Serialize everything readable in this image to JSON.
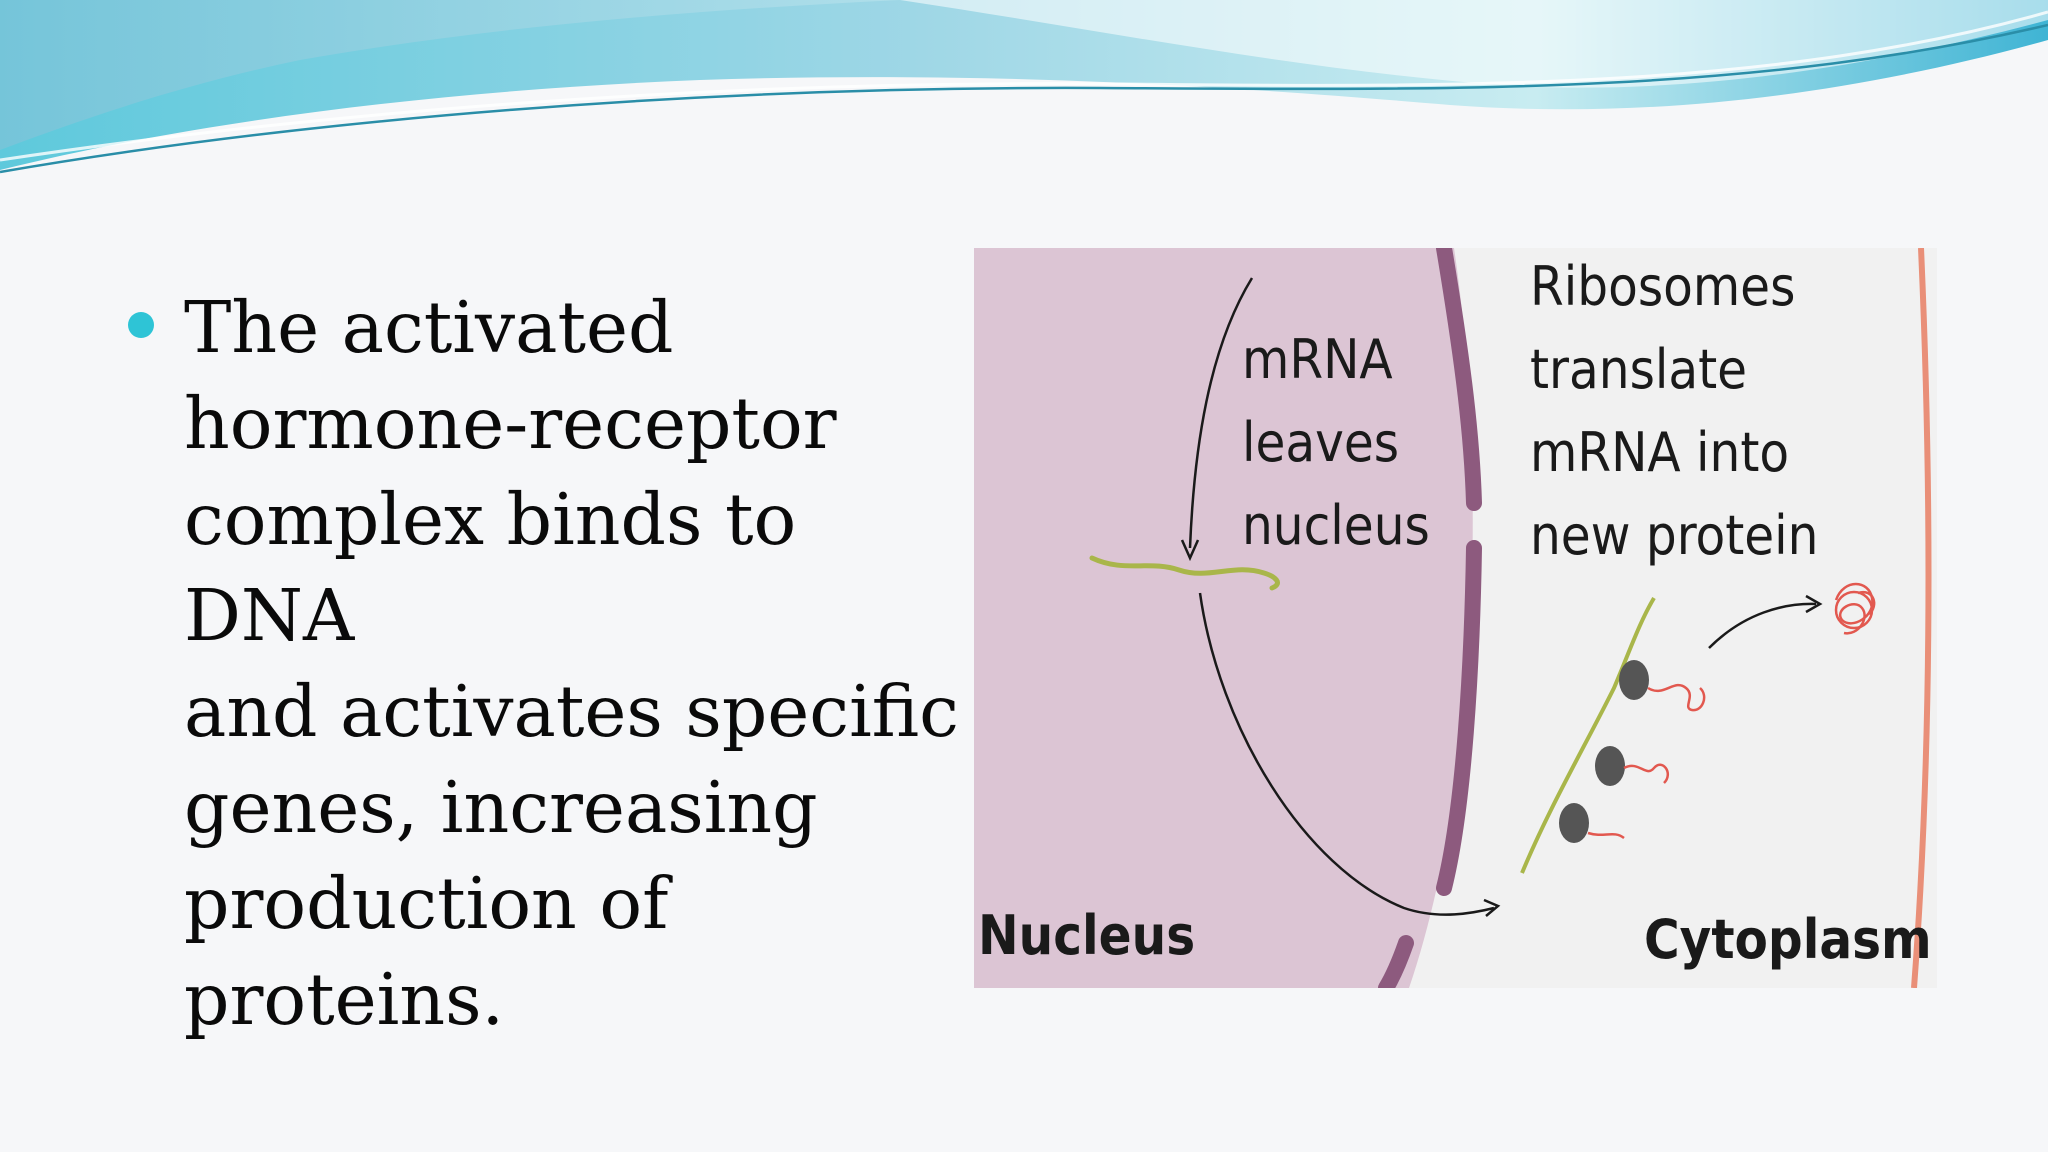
{
  "slide": {
    "bullet_text": "The activated\nhormone-receptor\ncomplex binds to DNA\nand activates specific\ngenes, increasing\nproduction of proteins."
  },
  "diagram": {
    "label_mrna_leaves": [
      "mRNA",
      "leaves",
      "nucleus"
    ],
    "label_ribosomes": [
      "Ribosomes",
      "translate",
      "mRNA into",
      "new protein"
    ],
    "label_nucleus": "Nucleus",
    "label_cytoplasm": "Cytoplasm"
  },
  "colors": {
    "accent_bullet": "#2ec4d6",
    "nucleus_fill": "#dcc5d4",
    "cytoplasm_fill": "#f1f1f1",
    "membrane": "#8d5a7e",
    "mrna": "#a9b64a",
    "protein": "#e2584f",
    "ribosome": "#555555",
    "cell_edge": "#e98f78"
  },
  "icons": {
    "bullet": "bullet-dot-icon"
  }
}
